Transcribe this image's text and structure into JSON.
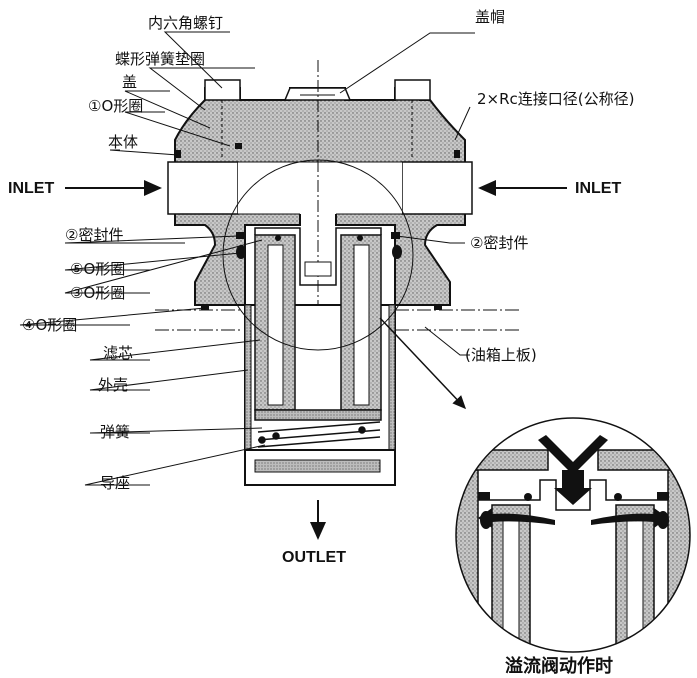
{
  "labels": {
    "hex_bolt": "内六角螺钉",
    "cap_nut": "盖帽",
    "disc_spring_washer": "蝶形弹簧垫圈",
    "cover": "盖",
    "oring_1": "①O形圈",
    "port": "2×Rc连接口径(公称径)",
    "body": "本体",
    "inlet_left": "INLET",
    "inlet_right": "INLET",
    "seal_2_left": "②密封件",
    "seal_2_right": "②密封件",
    "oring_5": "⑤O形圈",
    "oring_3": "③O形圈",
    "oring_4": "④O形圈",
    "tank_top": "(油箱上板)",
    "filter_element": "滤芯",
    "housing": "外壳",
    "spring": "弹簧",
    "guide_seat": "导座",
    "outlet": "OUTLET",
    "detail_caption": "溢流阀动作时"
  },
  "colors": {
    "ink": "#111111",
    "hatch": "#9a9a9a",
    "paper": "#ffffff"
  }
}
